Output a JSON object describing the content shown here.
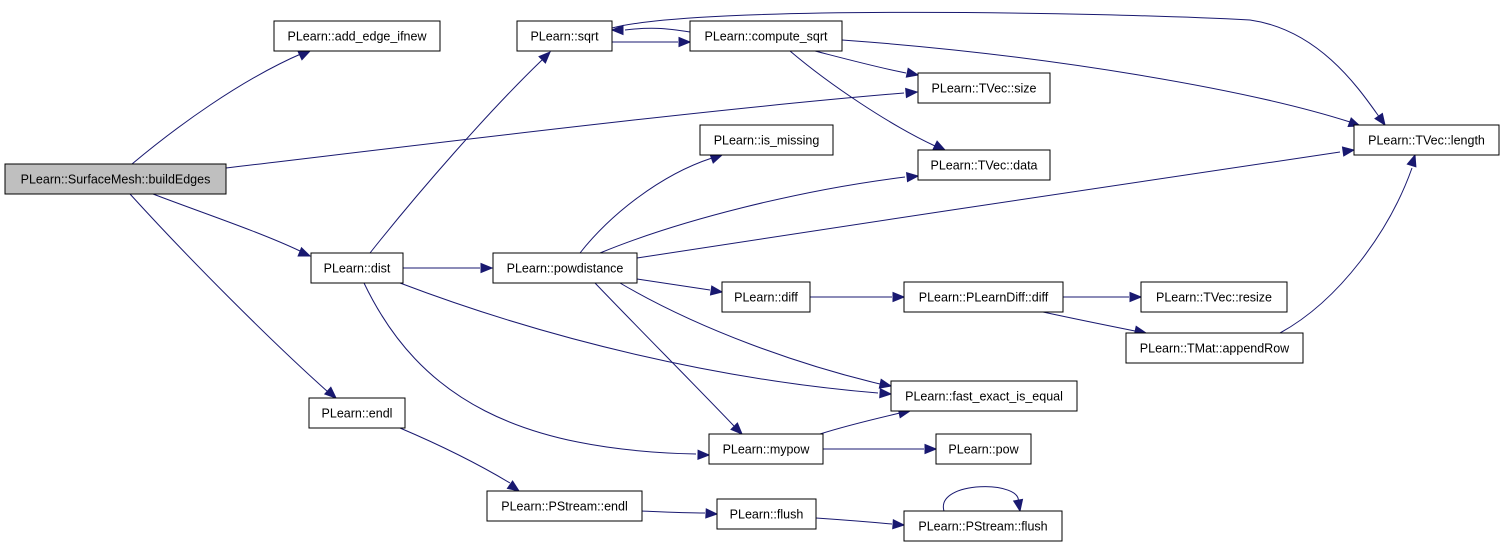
{
  "nodes": {
    "buildEdges": "PLearn::SurfaceMesh::buildEdges",
    "add_edge_ifnew": "PLearn::add_edge_ifnew",
    "sqrt": "PLearn::sqrt",
    "compute_sqrt": "PLearn::compute_sqrt",
    "tvec_size": "PLearn::TVec::size",
    "tvec_length": "PLearn::TVec::length",
    "is_missing": "PLearn::is_missing",
    "tvec_data": "PLearn::TVec::data",
    "dist": "PLearn::dist",
    "powdistance": "PLearn::powdistance",
    "diff": "PLearn::diff",
    "plearndiff_diff": "PLearn::PLearnDiff::diff",
    "tvec_resize": "PLearn::TVec::resize",
    "tmat_appendrow": "PLearn::TMat::appendRow",
    "fast_exact_is_equal": "PLearn::fast_exact_is_equal",
    "endl": "PLearn::endl",
    "mypow": "PLearn::mypow",
    "pow": "PLearn::pow",
    "pstream_endl": "PLearn::PStream::endl",
    "flush": "PLearn::flush",
    "pstream_flush": "PLearn::PStream::flush"
  },
  "edges": [
    [
      "buildEdges",
      "add_edge_ifnew"
    ],
    [
      "buildEdges",
      "tvec_size"
    ],
    [
      "buildEdges",
      "dist"
    ],
    [
      "buildEdges",
      "endl"
    ],
    [
      "dist",
      "sqrt"
    ],
    [
      "dist",
      "powdistance"
    ],
    [
      "dist",
      "fast_exact_is_equal"
    ],
    [
      "dist",
      "mypow"
    ],
    [
      "sqrt",
      "compute_sqrt"
    ],
    [
      "sqrt",
      "tvec_length"
    ],
    [
      "compute_sqrt",
      "sqrt"
    ],
    [
      "compute_sqrt",
      "tvec_size"
    ],
    [
      "compute_sqrt",
      "tvec_data"
    ],
    [
      "compute_sqrt",
      "tvec_length"
    ],
    [
      "powdistance",
      "is_missing"
    ],
    [
      "powdistance",
      "tvec_data"
    ],
    [
      "powdistance",
      "tvec_length"
    ],
    [
      "powdistance",
      "diff"
    ],
    [
      "powdistance",
      "fast_exact_is_equal"
    ],
    [
      "powdistance",
      "mypow"
    ],
    [
      "diff",
      "plearndiff_diff"
    ],
    [
      "plearndiff_diff",
      "tvec_resize"
    ],
    [
      "plearndiff_diff",
      "tmat_appendrow"
    ],
    [
      "tmat_appendrow",
      "tvec_length"
    ],
    [
      "mypow",
      "fast_exact_is_equal"
    ],
    [
      "mypow",
      "pow"
    ],
    [
      "endl",
      "pstream_endl"
    ],
    [
      "pstream_endl",
      "flush"
    ],
    [
      "flush",
      "pstream_flush"
    ],
    [
      "pstream_flush",
      "pstream_flush"
    ]
  ]
}
